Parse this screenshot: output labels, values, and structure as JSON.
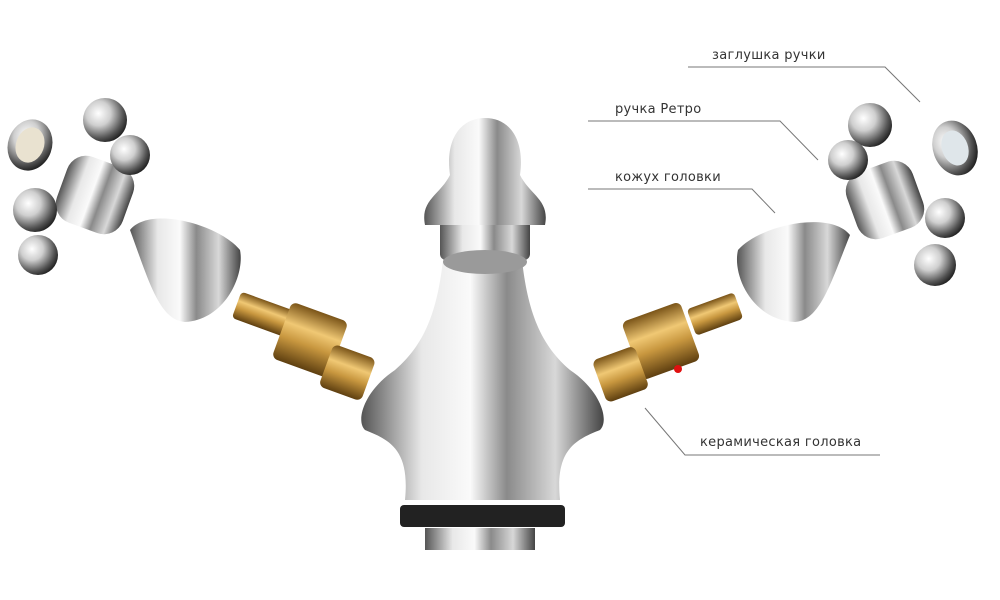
{
  "labels": {
    "handle_cap": "заглушка ручки",
    "retro_handle": "ручка Ретро",
    "head_cover": "кожух головки",
    "ceramic_cartridge": "керамическая головка"
  },
  "colors": {
    "chrome_light": "#f4f4f4",
    "chrome_dark": "#4a4a4a",
    "brass": "#c8973f",
    "leader_line": "#777777",
    "marker": "#e01010"
  }
}
